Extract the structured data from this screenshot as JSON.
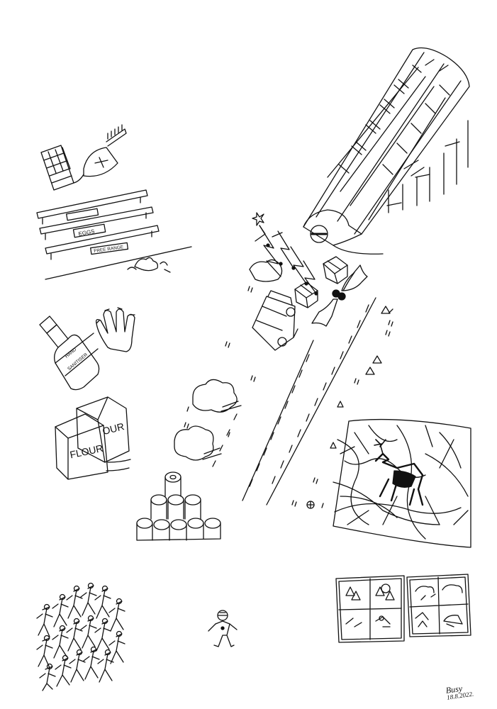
{
  "labels": {
    "shelf_sign_1": "",
    "shelf_sign_2": "EGGS",
    "shelf_sign_3": "FREE RANGE",
    "sanitiser_label_1": "HAND",
    "sanitiser_label_2": "SANITISER",
    "flour_front": "FLOUR",
    "flour_back": "OUR"
  },
  "signature": {
    "name": "Busy",
    "date": "18.8.2022."
  },
  "colors": {
    "ink": "#111111",
    "paper": "#ffffff"
  }
}
